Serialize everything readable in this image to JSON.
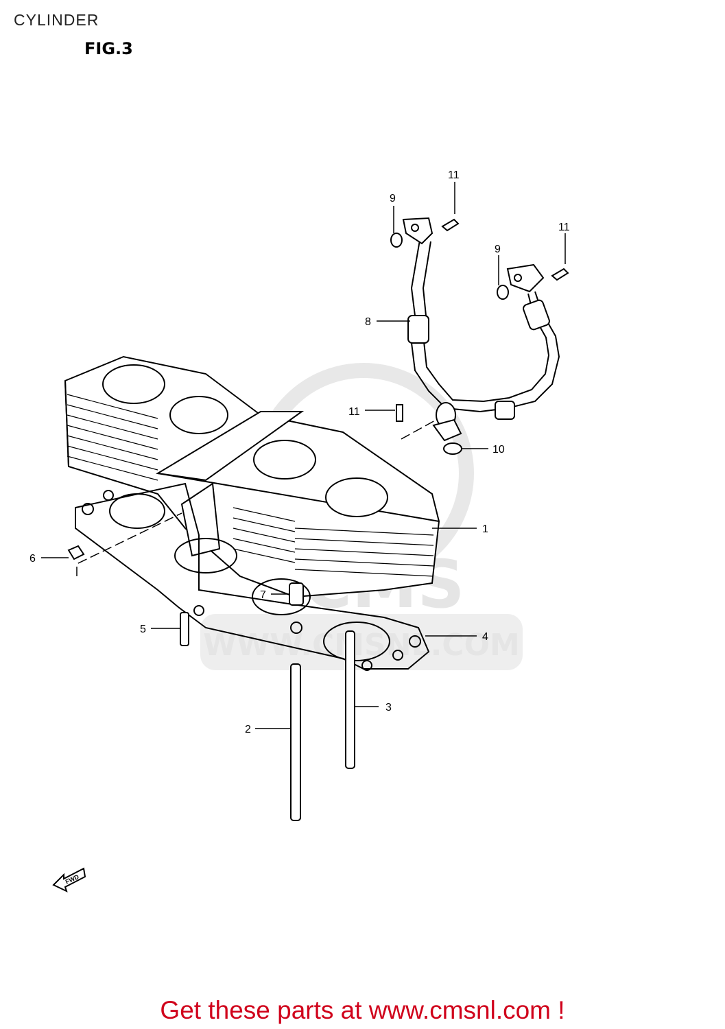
{
  "header": {
    "title": "CYLINDER",
    "figure": "FIG.3"
  },
  "watermark": {
    "text": "WWW.CMSNL.COM",
    "initials": "CMS"
  },
  "fwd_badge": "FWD",
  "callouts": {
    "c1": "1",
    "c2": "2",
    "c3": "3",
    "c4": "4",
    "c5": "5",
    "c6": "6",
    "c7": "7",
    "c8": "8",
    "c9a": "9",
    "c9b": "9",
    "c10": "10",
    "c11a": "11",
    "c11b": "11",
    "c11c": "11"
  },
  "footer": {
    "link_text": "Get these parts at www.cmsnl.com !"
  },
  "colors": {
    "footer_text": "#d0021b",
    "line_art": "#000000",
    "watermark": "#e5e5e5"
  }
}
